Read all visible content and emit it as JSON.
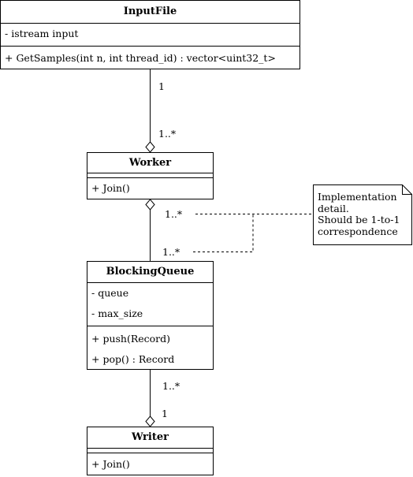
{
  "classes": {
    "input_file": {
      "name": "InputFile",
      "attributes": [
        "- istream input"
      ],
      "operations": [
        "+ GetSamples(int n, int thread_id) : vector<uint32_t>"
      ]
    },
    "worker": {
      "name": "Worker",
      "operations": [
        "+ Join()"
      ]
    },
    "blocking_queue": {
      "name": "BlockingQueue",
      "attributes": [
        "- queue",
        "- max_size"
      ],
      "operations": [
        "+ push(Record)",
        "+ pop() : Record"
      ]
    },
    "writer": {
      "name": "Writer",
      "operations": [
        "+ Join()"
      ]
    }
  },
  "associations": [
    {
      "from": "InputFile",
      "to": "Worker",
      "kind": "aggregation",
      "end_a": "1",
      "end_b": "1..*"
    },
    {
      "from": "Worker",
      "to": "BlockingQueue",
      "kind": "aggregation",
      "end_a": "1..*",
      "end_b": "1..*"
    },
    {
      "from": "BlockingQueue",
      "to": "Writer",
      "kind": "aggregation",
      "end_a": "1..*",
      "end_b": "1"
    }
  ],
  "note": {
    "text": "Implementation\ndetail.\nShould be 1-to-1\ncorrespondence"
  }
}
